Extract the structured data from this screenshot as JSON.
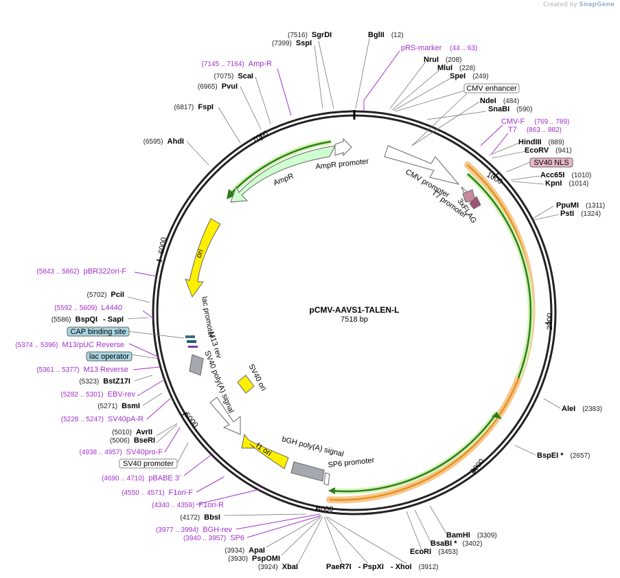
{
  "brand": {
    "prefix": "Created by",
    "name": "SnapGene"
  },
  "plasmid": {
    "name": "pCMV-AAVS1-TALEN-L",
    "length": "7518 bp"
  },
  "ticks": [
    "1000",
    "2000",
    "3000",
    "4000",
    "5000",
    "6000",
    "7000"
  ],
  "sites": [
    {
      "id": "sgrdi",
      "name": "SgrDI",
      "pos": "(7516)"
    },
    {
      "id": "sspi",
      "name": "SspI",
      "pos": "(7399)"
    },
    {
      "id": "bglii",
      "name": "BglII",
      "pos": "(12)"
    },
    {
      "id": "nrui",
      "name": "NruI",
      "pos": "(208)"
    },
    {
      "id": "mlui",
      "name": "MluI",
      "pos": "(228)"
    },
    {
      "id": "spei",
      "name": "SpeI",
      "pos": "(249)"
    },
    {
      "id": "ndei",
      "name": "NdeI",
      "pos": "(484)"
    },
    {
      "id": "snabi",
      "name": "SnaBI",
      "pos": "(590)"
    },
    {
      "id": "hindiii",
      "name": "HindIII",
      "pos": "(889)"
    },
    {
      "id": "ecorv",
      "name": "EcoRV",
      "pos": "(941)"
    },
    {
      "id": "acc65i",
      "name": "Acc65I",
      "pos": "(1010)"
    },
    {
      "id": "kpni",
      "name": "KpnI",
      "pos": "(1014)"
    },
    {
      "id": "ppumi",
      "name": "PpuMI",
      "pos": "(1311)"
    },
    {
      "id": "psti",
      "name": "PstI",
      "pos": "(1324)"
    },
    {
      "id": "alei",
      "name": "AleI",
      "pos": "(2383)"
    },
    {
      "id": "bspei",
      "name": "BspEI *",
      "pos": "(2657)"
    },
    {
      "id": "bamhi",
      "name": "BamHI",
      "pos": "(3309)"
    },
    {
      "id": "bsabi",
      "name": "BsaBI *",
      "pos": "(3402)"
    },
    {
      "id": "ecori",
      "name": "EcoRI",
      "pos": "(3453)"
    },
    {
      "id": "xhoi",
      "name": "- XhoI",
      "pos": "(3912)"
    },
    {
      "id": "pspxi",
      "name": "- PspXI",
      "pos": ""
    },
    {
      "id": "paer7i",
      "name": "PaeR7I",
      "pos": ""
    },
    {
      "id": "xbai",
      "name": "XbaI",
      "pos": "(3924)"
    },
    {
      "id": "pspomi",
      "name": "PspOMI",
      "pos": "(3930)"
    },
    {
      "id": "apai",
      "name": "ApaI",
      "pos": "(3934)"
    },
    {
      "id": "bbsi",
      "name": "BbsI",
      "pos": "(4172)"
    },
    {
      "id": "bseri",
      "name": "BseRI",
      "pos": "(5006)"
    },
    {
      "id": "avrii",
      "name": "AvrII",
      "pos": "(5010)"
    },
    {
      "id": "bsmi",
      "name": "BsmI",
      "pos": "(5271)"
    },
    {
      "id": "bstz17i",
      "name": "BstZ17I",
      "pos": "(5323)"
    },
    {
      "id": "bspqi",
      "name": "BspQI",
      "pos": "(5586)"
    },
    {
      "id": "sapi",
      "name": "- SapI",
      "pos": ""
    },
    {
      "id": "pcii",
      "name": "PciI",
      "pos": "(5702)"
    },
    {
      "id": "ahdi",
      "name": "AhdI",
      "pos": "(6595)"
    },
    {
      "id": "fspi",
      "name": "FspI",
      "pos": "(6817)"
    },
    {
      "id": "pvui",
      "name": "PvuI",
      "pos": "(6965)"
    },
    {
      "id": "scai",
      "name": "ScaI",
      "pos": "(7075)"
    }
  ],
  "primers": [
    {
      "id": "prs",
      "name": "pRS-marker",
      "pos": "(44 .. 63)"
    },
    {
      "id": "ampr",
      "name": "Amp-R",
      "pos": "(7145 .. 7164)"
    },
    {
      "id": "cmvf",
      "name": "CMV-F",
      "pos": "(769 .. 789)"
    },
    {
      "id": "t7",
      "name": "T7",
      "pos": "(863 .. 882)"
    },
    {
      "id": "pbr",
      "name": "pBR322ori-F",
      "pos": "(5843 .. 5862)"
    },
    {
      "id": "l4440",
      "name": "L4440",
      "pos": "(5592 .. 5609)"
    },
    {
      "id": "m13puc",
      "name": "M13/pUC Reverse",
      "pos": "(5374 .. 5396)"
    },
    {
      "id": "m13rev",
      "name": "M13 Reverse",
      "pos": "(5361 .. 5377)"
    },
    {
      "id": "ebv",
      "name": "EBV-rev",
      "pos": "(5282 .. 5301)"
    },
    {
      "id": "sv40pa",
      "name": "SV40pA-R",
      "pos": "(5228 .. 5247)"
    },
    {
      "id": "sv40pro",
      "name": "SV40pro-F",
      "pos": "(4938 .. 4957)"
    },
    {
      "id": "pbabe",
      "name": "pBABE 3'",
      "pos": "(4690 .. 4710)"
    },
    {
      "id": "f1orif",
      "name": "F1ori-F",
      "pos": "(4550 .. 4571)"
    },
    {
      "id": "f1orir",
      "name": "F1ori-R",
      "pos": "(4340 .. 4359)"
    },
    {
      "id": "bgh",
      "name": "BGH-rev",
      "pos": "(3977 .. 3994)"
    },
    {
      "id": "sp6",
      "name": "SP6",
      "pos": "(3940 .. 3957)"
    }
  ],
  "boxed_features": [
    {
      "id": "cmvenh",
      "name": "CMV enhancer",
      "fill": "#ffffff"
    },
    {
      "id": "sv40nls",
      "name": "SV40 NLS",
      "fill": "#e7b6c8"
    },
    {
      "id": "cap",
      "name": "CAP binding site",
      "fill": "#a9d4df"
    },
    {
      "id": "lacop",
      "name": "lac operator",
      "fill": "#a9d4df"
    },
    {
      "id": "sv40prom",
      "name": "SV40 promoter",
      "fill": "#ffffff"
    }
  ],
  "features": [
    {
      "id": "cmvprom",
      "name": "CMV promoter"
    },
    {
      "id": "t7prom",
      "name": "T7 promoter"
    },
    {
      "id": "flag",
      "name": "3xFLAG"
    },
    {
      "id": "amprgene",
      "name": "AmpR"
    },
    {
      "id": "ampprom",
      "name": "AmpR promoter"
    },
    {
      "id": "ori",
      "name": "ori"
    },
    {
      "id": "lacprom",
      "name": "lac promoter"
    },
    {
      "id": "m13r",
      "name": "M13 rev"
    },
    {
      "id": "sv40pa",
      "name": "SV40 poly(A) signal"
    },
    {
      "id": "sv40ori",
      "name": "SV40 ori"
    },
    {
      "id": "f1ori",
      "name": "f1 ori"
    },
    {
      "id": "bgh",
      "name": "bGH poly(A) signal"
    },
    {
      "id": "sp6prom",
      "name": "SP6 promoter"
    }
  ],
  "colors": {
    "primer": "#a02fc8",
    "talen_orange": "#f0a030",
    "talen_green": "#2e7d1a",
    "ampr_fill": "#cfffd0",
    "ori_fill": "#ffef00",
    "polyA_fill": "#a6a8b0",
    "flag_fill": "#c98aa0"
  }
}
